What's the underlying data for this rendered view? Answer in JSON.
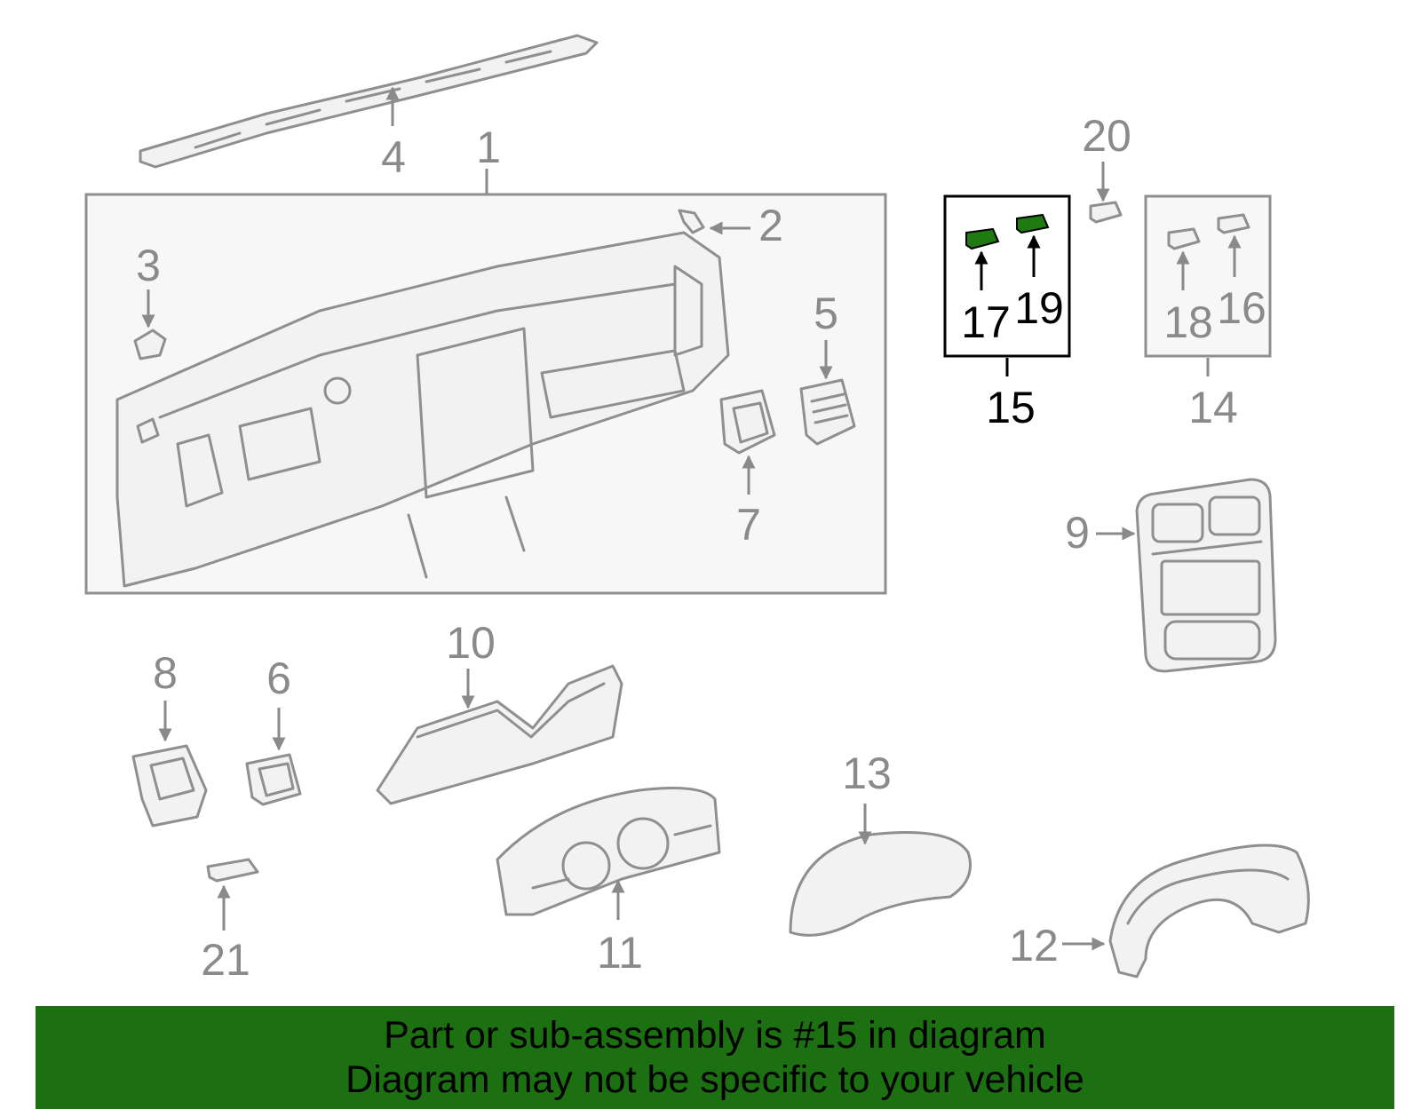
{
  "diagram": {
    "callouts": {
      "c1": "1",
      "c2": "2",
      "c3": "3",
      "c4": "4",
      "c5": "5",
      "c6": "6",
      "c7": "7",
      "c8": "8",
      "c9": "9",
      "c10": "10",
      "c11": "11",
      "c12": "12",
      "c13": "13",
      "c14": "14",
      "c15": "15",
      "c16": "16",
      "c17": "17",
      "c18": "18",
      "c19": "19",
      "c20": "20",
      "c21": "21"
    },
    "highlighted_callout": "15",
    "colors": {
      "highlight_fill": "#1f7a12",
      "line_gray": "#8a8a8a",
      "panel_fill": "#f7f7f7",
      "banner_bg": "#1d7012"
    }
  },
  "banner": {
    "line1": "Part or sub-assembly is #15 in diagram",
    "line2": "Diagram may not be specific to your vehicle"
  }
}
